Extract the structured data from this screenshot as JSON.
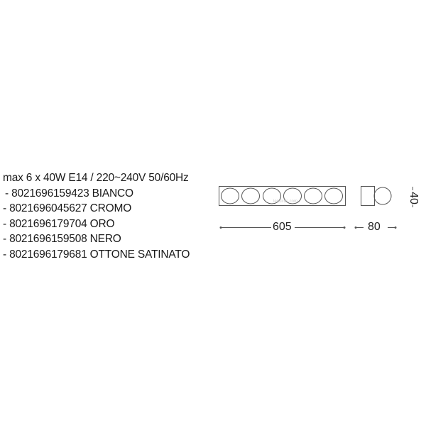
{
  "specs": {
    "header": "max 6 x 40W E14 / 220~240V 50/60Hz",
    "variants": [
      {
        "code": "8021696159423",
        "finish": "BIANCO",
        "text": "- 8021696159423 BIANCO"
      },
      {
        "code": "8021696045627",
        "finish": "CROMO",
        "text": "- 8021696045627 CROMO"
      },
      {
        "code": "8021696179704",
        "finish": "ORO",
        "text": "- 8021696179704 ORO"
      },
      {
        "code": "8021696159508",
        "finish": "NERO",
        "text": "- 8021696159508 NERO"
      },
      {
        "code": "8021696179681",
        "finish": "OTTONE SATINATO",
        "text": "- 8021696179681 OTTONE SATINATO"
      }
    ]
  },
  "diagram": {
    "front_view": {
      "bulb_count": 6
    },
    "dimensions": {
      "width": "605",
      "depth": "80",
      "height": "40"
    },
    "line_color": "#555555"
  }
}
